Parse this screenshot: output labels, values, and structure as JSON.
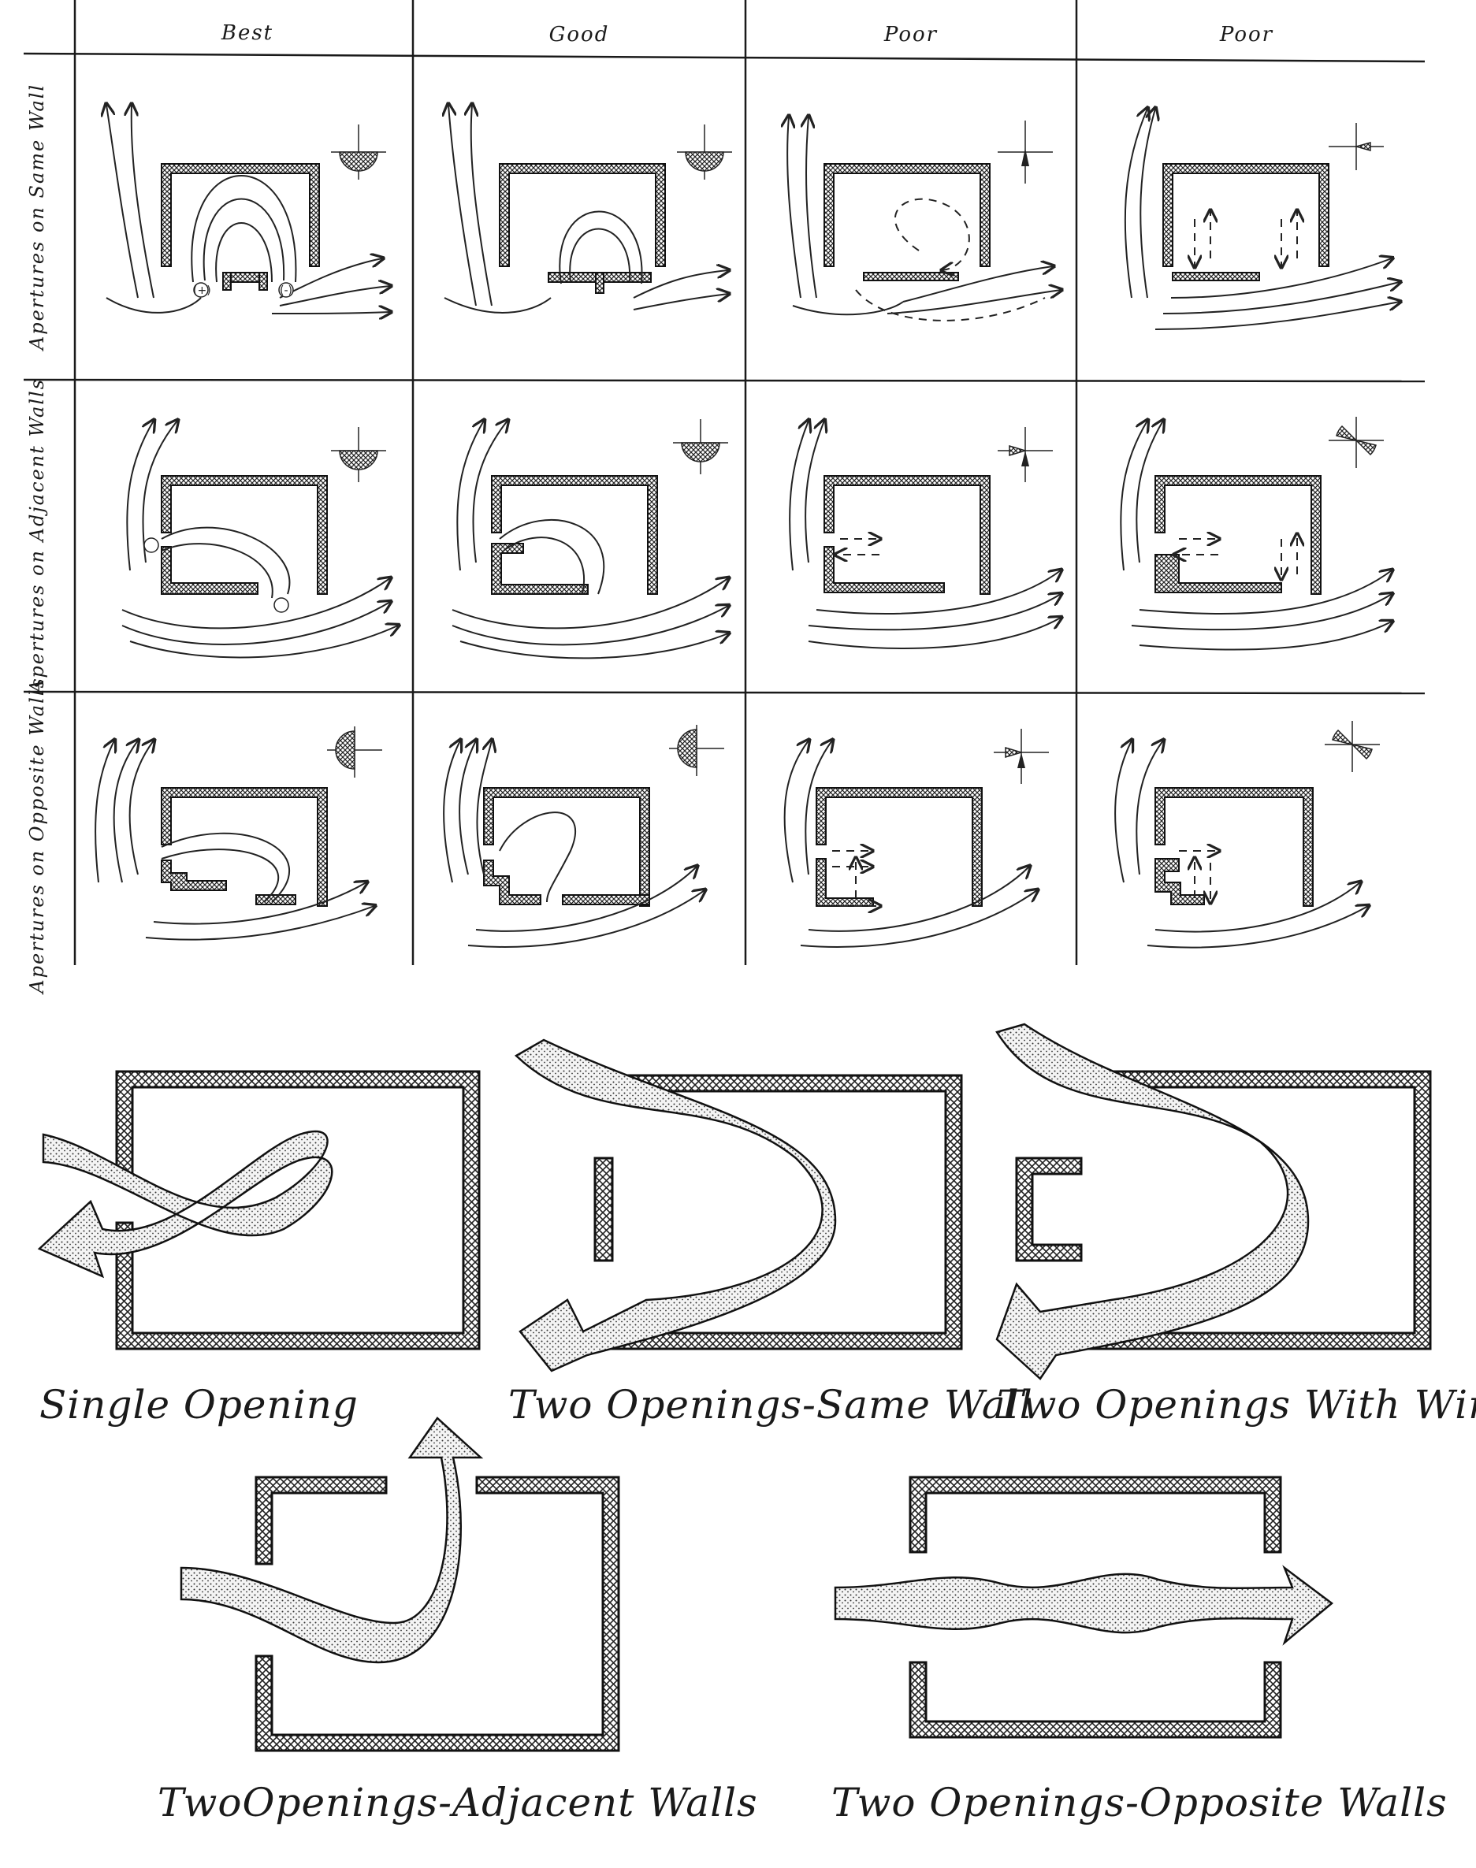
{
  "column_headers": [
    "Best",
    "Good",
    "Poor",
    "Poor"
  ],
  "row_labels": [
    "Apertures on Same Wall",
    "Apertures on Adjacent Walls",
    "Apertures on Opposite Walls"
  ],
  "pressure_marks": {
    "positive": "(+)",
    "negative": "(-)"
  },
  "captions": {
    "single": "Single Opening",
    "same_wall": "Two Openings-Same Wall",
    "wings": "Two Openings With Wings",
    "adjacent": "TwoOpenings-Adjacent Walls",
    "opposite": "Two Openings-Opposite Walls"
  },
  "colors": {
    "ink": "#1a1a1a",
    "paper": "#ffffff"
  }
}
